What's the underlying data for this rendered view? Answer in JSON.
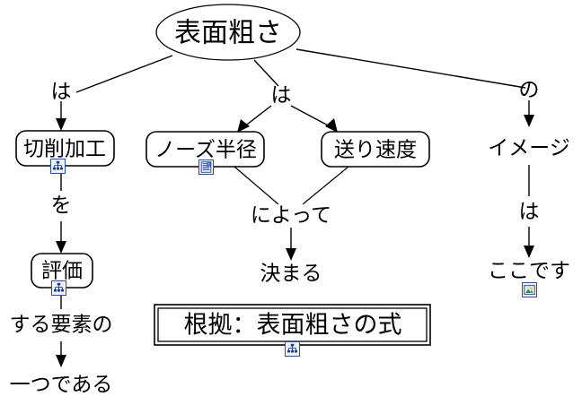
{
  "diagram": {
    "type": "concept-map",
    "language": "ja",
    "root": {
      "id": "root",
      "label": "表面粗さ",
      "shape": "ellipse"
    },
    "nodes": [
      {
        "id": "node-sessaku-kakou",
        "label": "切削加工",
        "shape": "rounded-rect",
        "icon": "hierarchy-icon"
      },
      {
        "id": "node-hyouka",
        "label": "評価",
        "shape": "rounded-rect",
        "icon": "hierarchy-icon"
      },
      {
        "id": "node-nose-hankei",
        "label": "ノーズ半径",
        "shape": "rounded-rect",
        "icon": "document-icon"
      },
      {
        "id": "node-okuri-sokudo",
        "label": "送り速度",
        "shape": "rounded-rect",
        "icon": "none"
      },
      {
        "id": "node-konkyo",
        "label": "根拠：表面粗さの式",
        "shape": "rect",
        "icon": "hierarchy-icon"
      }
    ],
    "plain_labels": [
      {
        "id": "label-wa-left",
        "text": "は"
      },
      {
        "id": "label-wa-center",
        "text": "は"
      },
      {
        "id": "label-no-right",
        "text": "の"
      },
      {
        "id": "label-wo",
        "text": "を"
      },
      {
        "id": "label-suru-youso-no",
        "text": "する要素の"
      },
      {
        "id": "label-hitotsu-de-aru",
        "text": "一つである"
      },
      {
        "id": "label-niyotte",
        "text": "によって"
      },
      {
        "id": "label-kimaru",
        "text": "決まる"
      },
      {
        "id": "label-image",
        "text": "イメージ"
      },
      {
        "id": "label-wa-right",
        "text": "は"
      },
      {
        "id": "label-koko-desu",
        "text": "ここです",
        "icon": "picture-icon"
      }
    ],
    "colors": {
      "stroke": "#000000",
      "background": "#ffffff",
      "icon_border": "#2b4fa2",
      "icon_fill": "#eef2fb",
      "icon_glyph": "#1a3a8f",
      "picture_sky": "#cfe4f7",
      "picture_hill": "#2e8b3d",
      "picture_sun": "#f2c033"
    }
  }
}
